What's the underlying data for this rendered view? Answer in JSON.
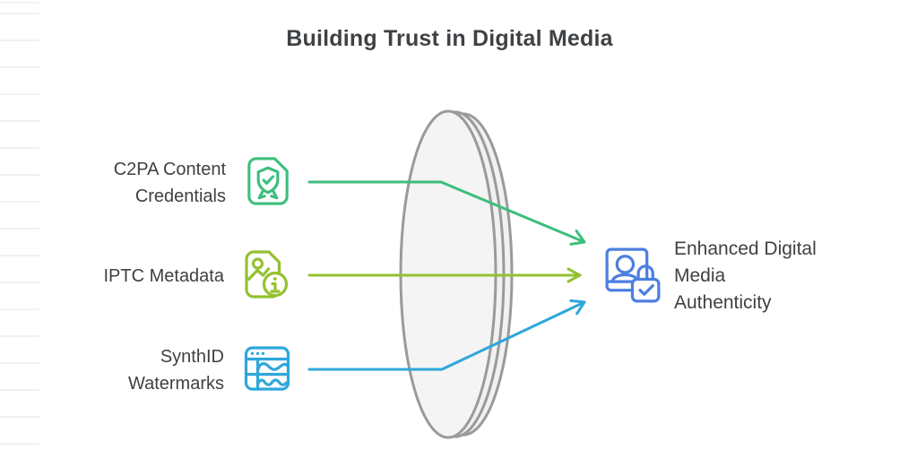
{
  "title": "Building Trust in Digital Media",
  "inputs": [
    {
      "label_lines": [
        "C2PA Content",
        "Credentials"
      ],
      "icon": "certificate-document-icon",
      "color": "#3CBE7D"
    },
    {
      "label_lines": [
        "IPTC Metadata"
      ],
      "icon": "image-info-document-icon",
      "color": "#94C130"
    },
    {
      "label_lines": [
        "SynthID",
        "Watermarks"
      ],
      "icon": "watermark-waves-window-icon",
      "color": "#2EA7DB"
    }
  ],
  "output": {
    "label_lines": [
      "Enhanced Digital",
      "Media",
      "Authenticity"
    ],
    "icon": "verified-person-lock-icon",
    "color": "#4C7FE0"
  },
  "lens": {
    "name": "lens-disc",
    "stroke": "#9A9A9A",
    "fill": "#F1F1F1",
    "front_fill": "#F4F4F4"
  },
  "text_color": "#3F4245"
}
